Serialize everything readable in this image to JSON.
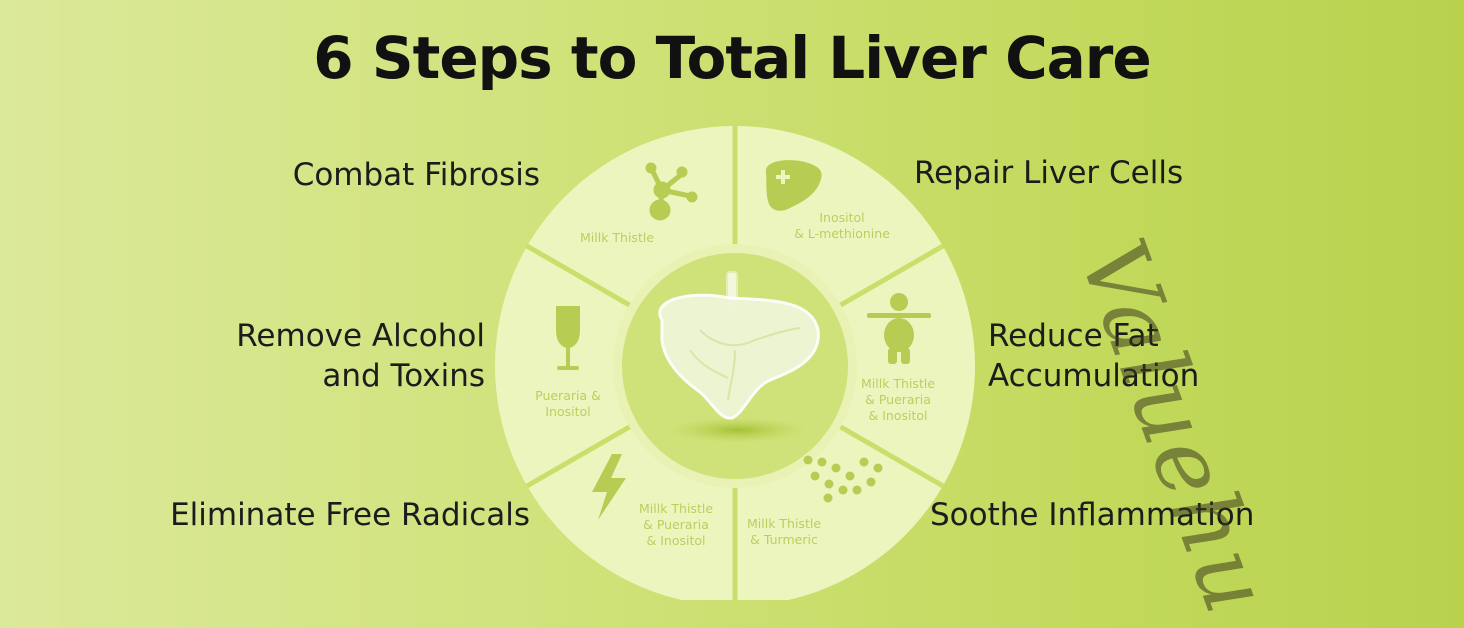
{
  "title": "6 Steps to Total Liver Care",
  "steps": [
    {
      "label": "Combat Fibrosis",
      "ingredients": [
        "Millk Thistle"
      ],
      "icon": "molecule-icon"
    },
    {
      "label": "Repair Liver Cells",
      "ingredients": [
        "Inositol",
        "& L-methionine"
      ],
      "icon": "liver-plus-icon"
    },
    {
      "label": "Reduce Fat Accumulation",
      "label_lines": [
        "Reduce Fat",
        "Accumulation"
      ],
      "ingredients": [
        "Millk Thistle",
        "& Pueraria",
        "& Inositol"
      ],
      "icon": "body-fat-icon"
    },
    {
      "label": "Soothe Inflammation",
      "ingredients": [
        "Millk Thistle",
        "& Turmeric"
      ],
      "icon": "dots-pattern-icon"
    },
    {
      "label": "Eliminate Free Radicals",
      "ingredients": [
        "Millk Thistle",
        "& Pueraria",
        "& Inositol"
      ],
      "icon": "lightning-icon"
    },
    {
      "label": "Remove Alcohol and Toxins",
      "label_lines": [
        "Remove Alcohol",
        "and Toxins"
      ],
      "ingredients": [
        "Pueraria &",
        "Inositol"
      ],
      "icon": "wine-glass-icon"
    }
  ],
  "watermark": "Valuehu",
  "colors": {
    "background_start": "#dbe99a",
    "background_end": "#b8d24e",
    "wheel_fill": "#edf5bf",
    "wheel_divider": "#c9df6c",
    "center_fill": "#cfe27a",
    "icon_color": "#b6cc52"
  }
}
